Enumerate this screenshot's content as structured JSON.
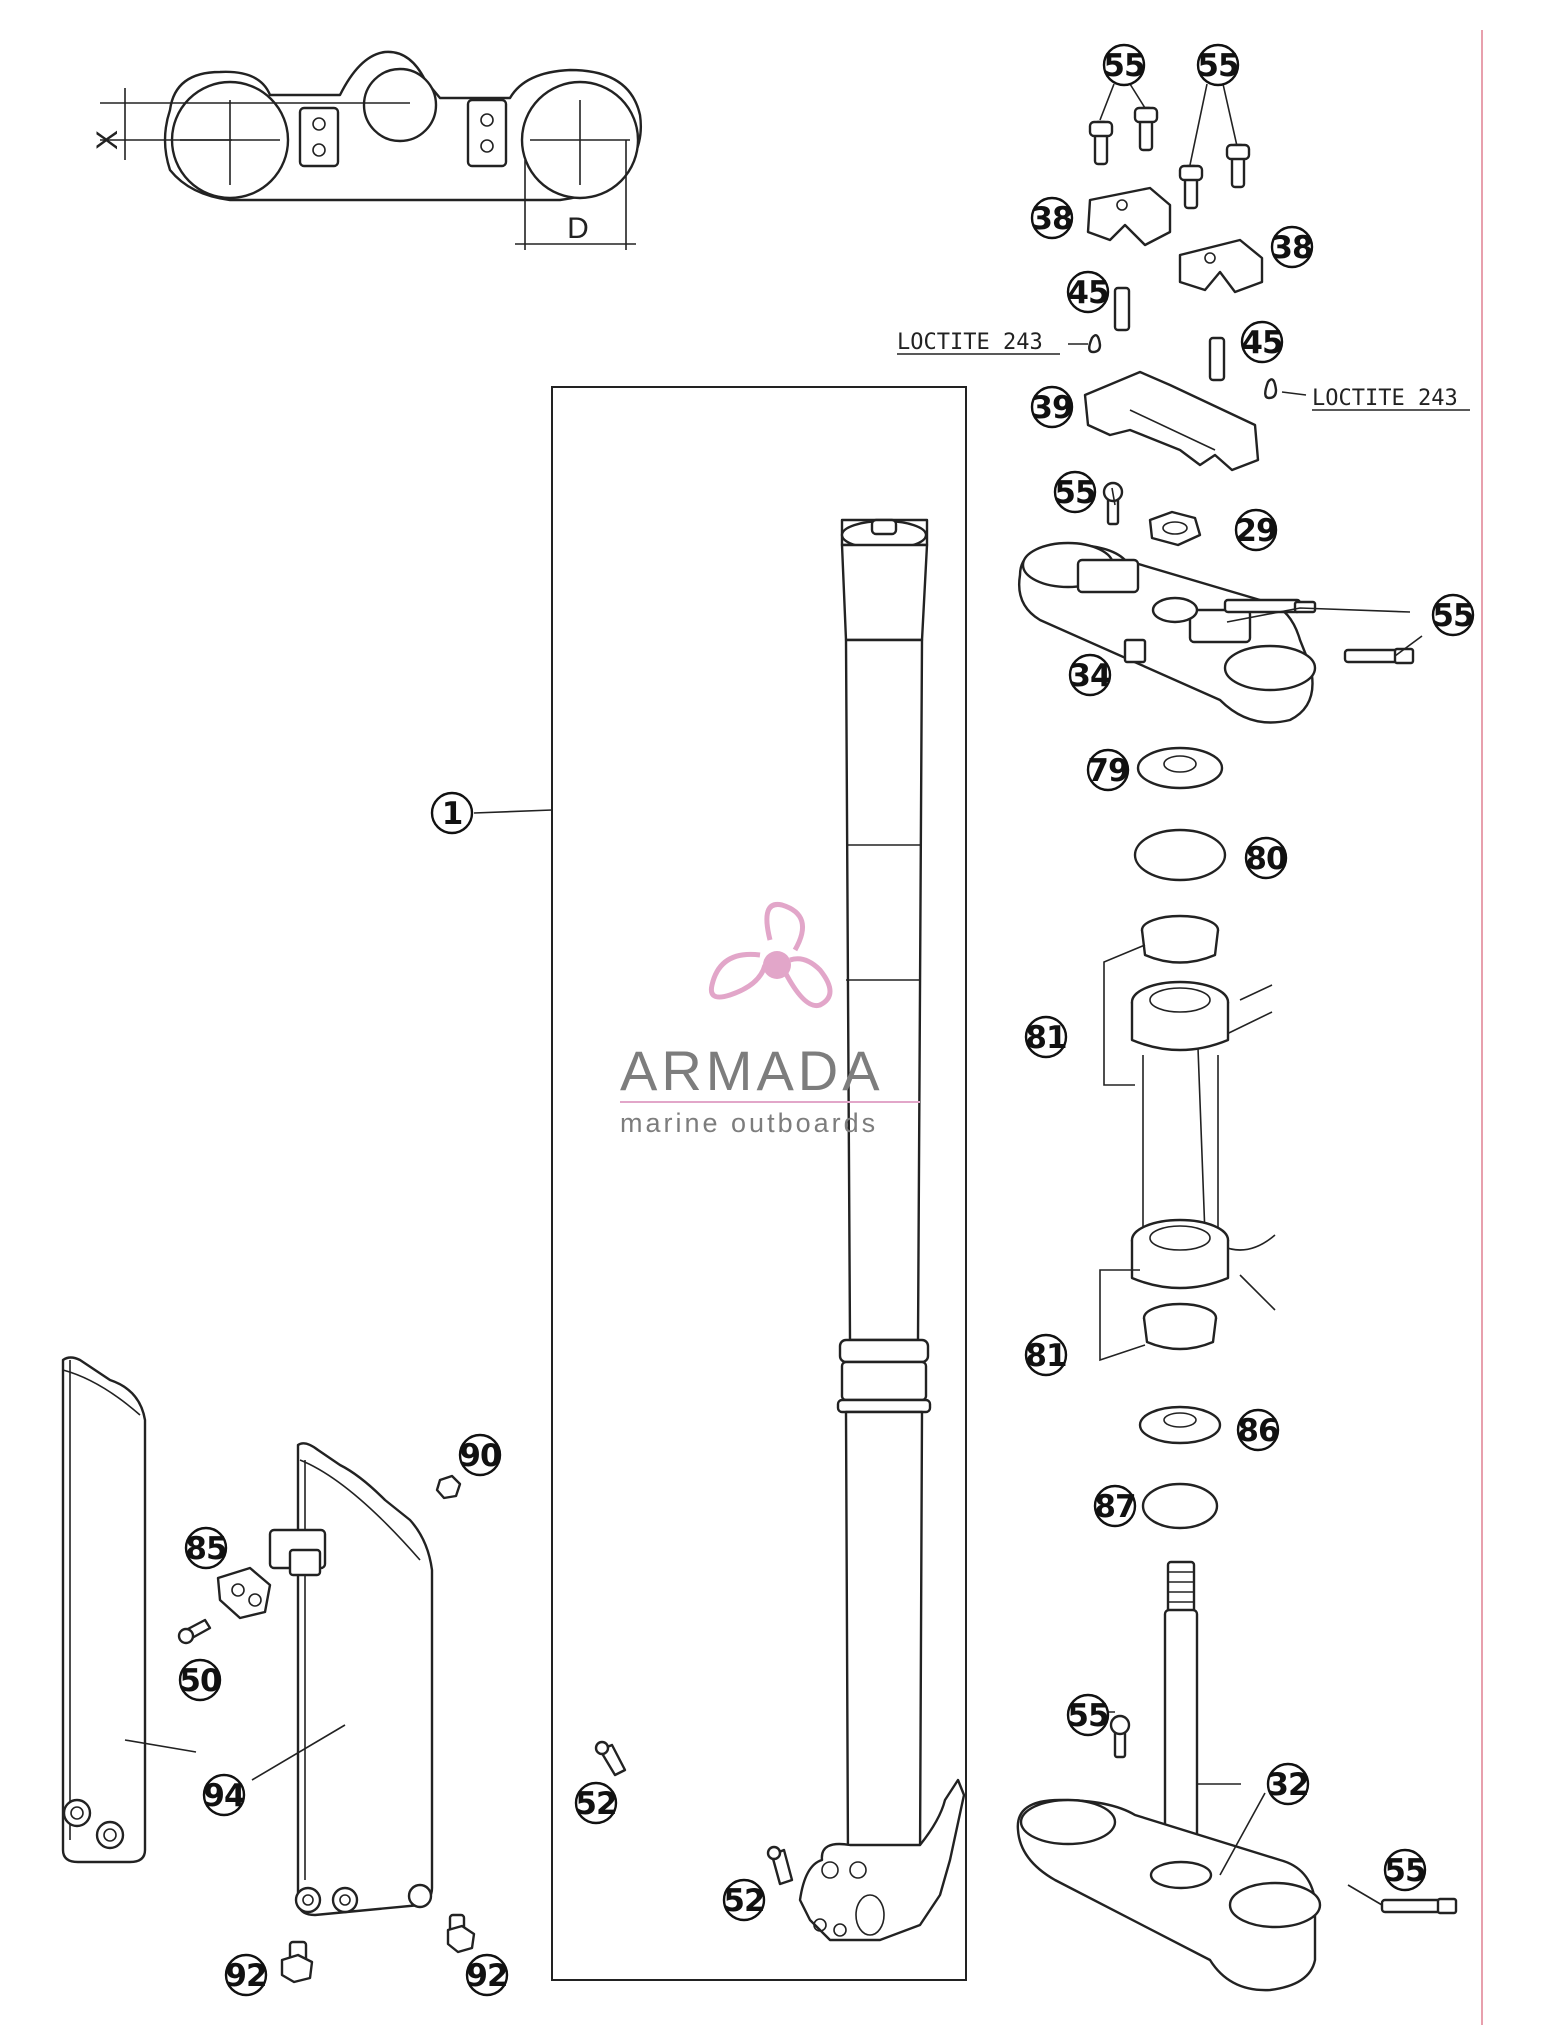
{
  "diagram": {
    "callouts": [
      {
        "id": "c-55-a",
        "label": "55"
      },
      {
        "id": "c-55-b",
        "label": "55"
      },
      {
        "id": "c-38-a",
        "label": "38"
      },
      {
        "id": "c-38-b",
        "label": "38"
      },
      {
        "id": "c-45-a",
        "label": "45"
      },
      {
        "id": "c-45-b",
        "label": "45"
      },
      {
        "id": "c-39",
        "label": "39"
      },
      {
        "id": "c-55-c",
        "label": "55"
      },
      {
        "id": "c-29",
        "label": "29"
      },
      {
        "id": "c-55-d",
        "label": "55"
      },
      {
        "id": "c-34",
        "label": "34"
      },
      {
        "id": "c-1",
        "label": "1"
      },
      {
        "id": "c-79",
        "label": "79"
      },
      {
        "id": "c-80",
        "label": "80"
      },
      {
        "id": "c-81-a",
        "label": "81"
      },
      {
        "id": "c-81-b",
        "label": "81"
      },
      {
        "id": "c-86",
        "label": "86"
      },
      {
        "id": "c-87",
        "label": "87"
      },
      {
        "id": "c-90",
        "label": "90"
      },
      {
        "id": "c-85",
        "label": "85"
      },
      {
        "id": "c-50",
        "label": "50"
      },
      {
        "id": "c-94",
        "label": "94"
      },
      {
        "id": "c-52-a",
        "label": "52"
      },
      {
        "id": "c-52-b",
        "label": "52"
      },
      {
        "id": "c-55-e",
        "label": "55"
      },
      {
        "id": "c-32",
        "label": "32"
      },
      {
        "id": "c-55-f",
        "label": "55"
      },
      {
        "id": "c-92-a",
        "label": "92"
      },
      {
        "id": "c-92-b",
        "label": "92"
      }
    ],
    "notes": {
      "loctite_left": "LOCTITE 243",
      "loctite_right": "LOCTITE 243"
    },
    "dimensions": {
      "x": "X",
      "d": "D"
    }
  },
  "watermark": {
    "brand": "ARMADA",
    "tagline": "marine outboards",
    "accent": "#e2a6c9"
  },
  "colors": {
    "line": "#222222",
    "border": "#e8a0ad"
  }
}
